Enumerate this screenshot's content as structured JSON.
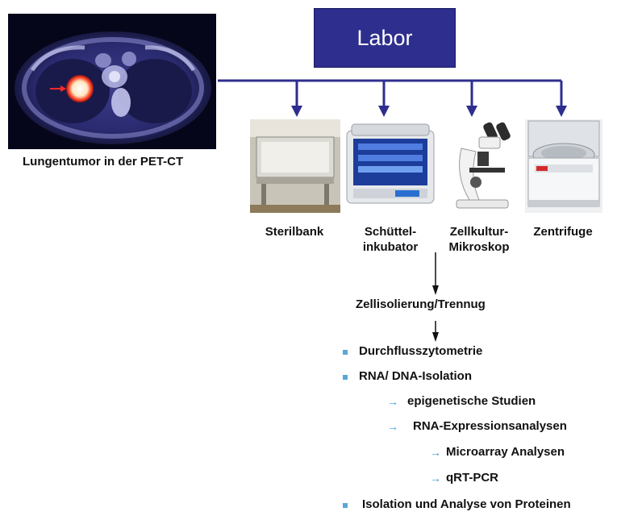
{
  "labor": {
    "label": "Labor"
  },
  "petct": {
    "caption": "Lungentumor in der PET-CT"
  },
  "equipment": [
    {
      "label": "Sterilbank"
    },
    {
      "label_line1": "Schüttel-",
      "label_line2": "inkubator"
    },
    {
      "label_line1": "Zellkultur-",
      "label_line2": "Mikroskop"
    },
    {
      "label": "Zentrifuge"
    }
  ],
  "flow": {
    "step": "Zellisolierung/Trennug"
  },
  "list": {
    "item1": "Durchflusszytometrie",
    "item2": "RNA/ DNA-Isolation",
    "sub1": "epigenetische Studien",
    "sub2": "RNA-Expressionsanalysen",
    "subsub1": "Microarray Analysen",
    "subsub2": "qRT-PCR",
    "item3": "Isolation und Analyse von Proteinen"
  },
  "colors": {
    "labor_box": "#2e2e8e",
    "connector": "#2e2e8e",
    "bullet": "#5aa7d6",
    "sub_arrow": "#3c9fd8"
  }
}
